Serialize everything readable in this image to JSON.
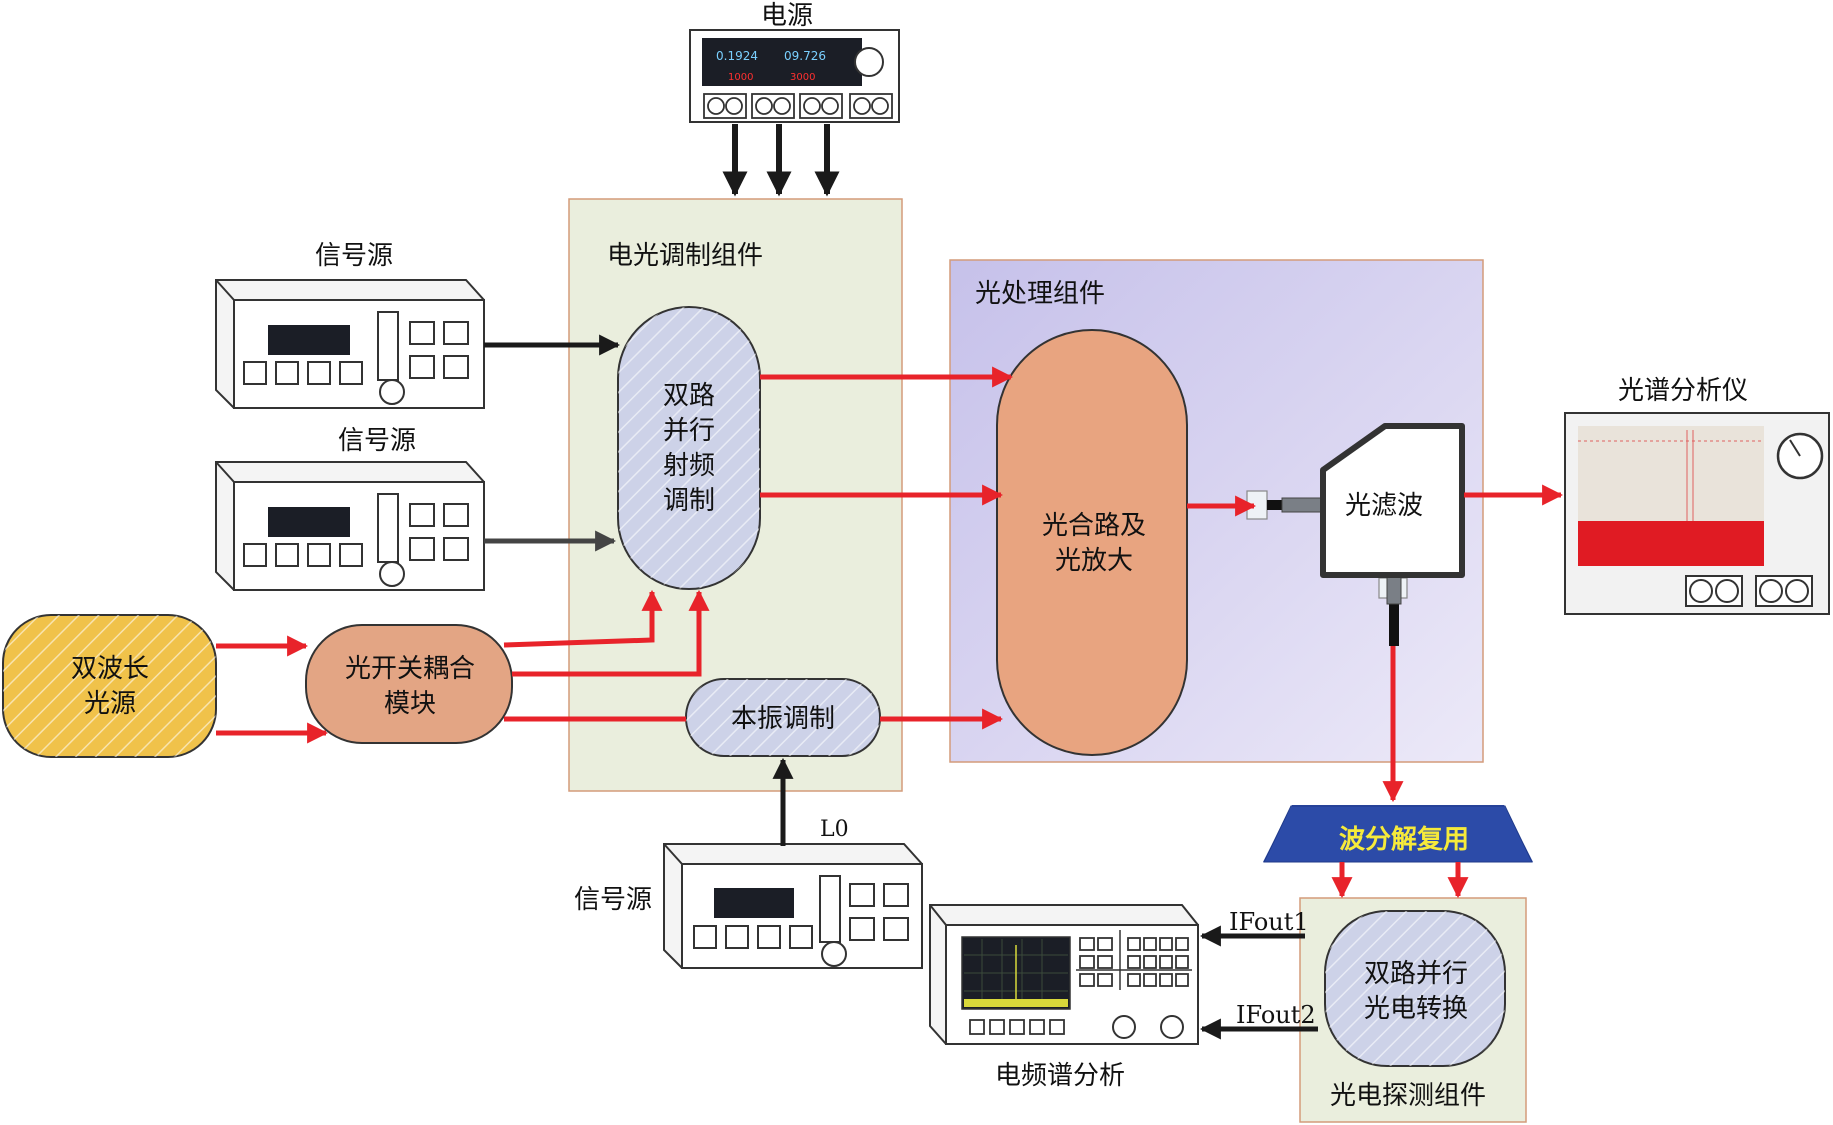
{
  "power_supply": {
    "label": "电源",
    "display_left": "0.1924",
    "display_right": "09.726",
    "display_left_2": "1000",
    "display_right_2": "3000"
  },
  "eo_module": {
    "label": "电光调制组件",
    "dual_rf_mod": [
      "双路",
      "并行",
      "射频",
      "调制"
    ],
    "lo_mod": "本振调制"
  },
  "optical_processing": {
    "label": "光处理组件",
    "combiner": [
      "光合路及",
      "光放大"
    ],
    "filter": "光滤波"
  },
  "signal_sources": {
    "source_1": "信号源",
    "source_2": "信号源",
    "source_3": "信号源",
    "lo_label": "L0"
  },
  "laser": [
    "双波长",
    "光源"
  ],
  "switch_coupler": [
    "光开关耦合",
    "模块"
  ],
  "osa": {
    "label": "光谱分析仪"
  },
  "wdm": {
    "label": "波分解复用"
  },
  "pd_module": {
    "label": "光电探测组件",
    "converter": [
      "双路并行",
      "光电转换"
    ]
  },
  "esa": {
    "label": "电频谱分析",
    "if_out_1": "IFout1",
    "if_out_2": "IFout2"
  },
  "colors": {
    "optical_path": "#e8232a",
    "electrical_path": "#1a1a1a",
    "eo_box_fill": "#eaeedd",
    "op_box_fill": "#cdc9ec",
    "laser_fill": "#f0c24a",
    "switch_fill": "#e3a584",
    "combiner_fill": "#e8a480",
    "wdm_fill": "#2c4ba8",
    "wdm_text": "#f6ea3a"
  }
}
